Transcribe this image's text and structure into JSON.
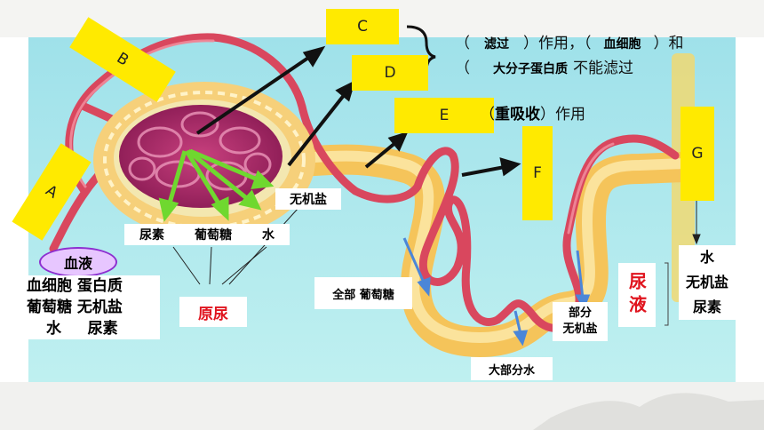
{
  "labels": {
    "A": "A",
    "B": "B",
    "C": "C",
    "D": "D",
    "E": "E",
    "F": "F",
    "G": "G"
  },
  "filtration": {
    "open1": "（",
    "word1": "滤过",
    "close1": "）作用，",
    "open2": "（",
    "word2": "血细胞",
    "close2": "）和",
    "open3": "（",
    "word3": "大分子蛋白质",
    "tail": "不能滤过"
  },
  "reabsorption": {
    "open": "（",
    "word": "重吸收",
    "tail": "）作用"
  },
  "filtrate_items": [
    "尿素",
    "葡萄糖",
    "水"
  ],
  "salt": "无机盐",
  "primary_urine": "原尿",
  "blood": {
    "title": "血液",
    "lines": [
      "血细胞 蛋白质",
      "葡萄糖 无机盐",
      "水     尿素"
    ]
  },
  "reabsorbed": {
    "all_glucose": "全部 葡萄糖",
    "most_water": "大部分水",
    "some_salt": [
      "部分",
      "无机盐"
    ]
  },
  "urine": {
    "title": "尿液",
    "items": [
      "水",
      "无机盐",
      "尿素"
    ]
  },
  "colors": {
    "background": "#aee6ec",
    "label_fill": "#ffea00",
    "vessel": "#d9475e",
    "tubule": "#f5c45a",
    "glomerulus": "#b0286e",
    "arrow_green": "#6fd82f",
    "arrow_blue": "#4b86d8",
    "accent_red": "#e0141e"
  }
}
